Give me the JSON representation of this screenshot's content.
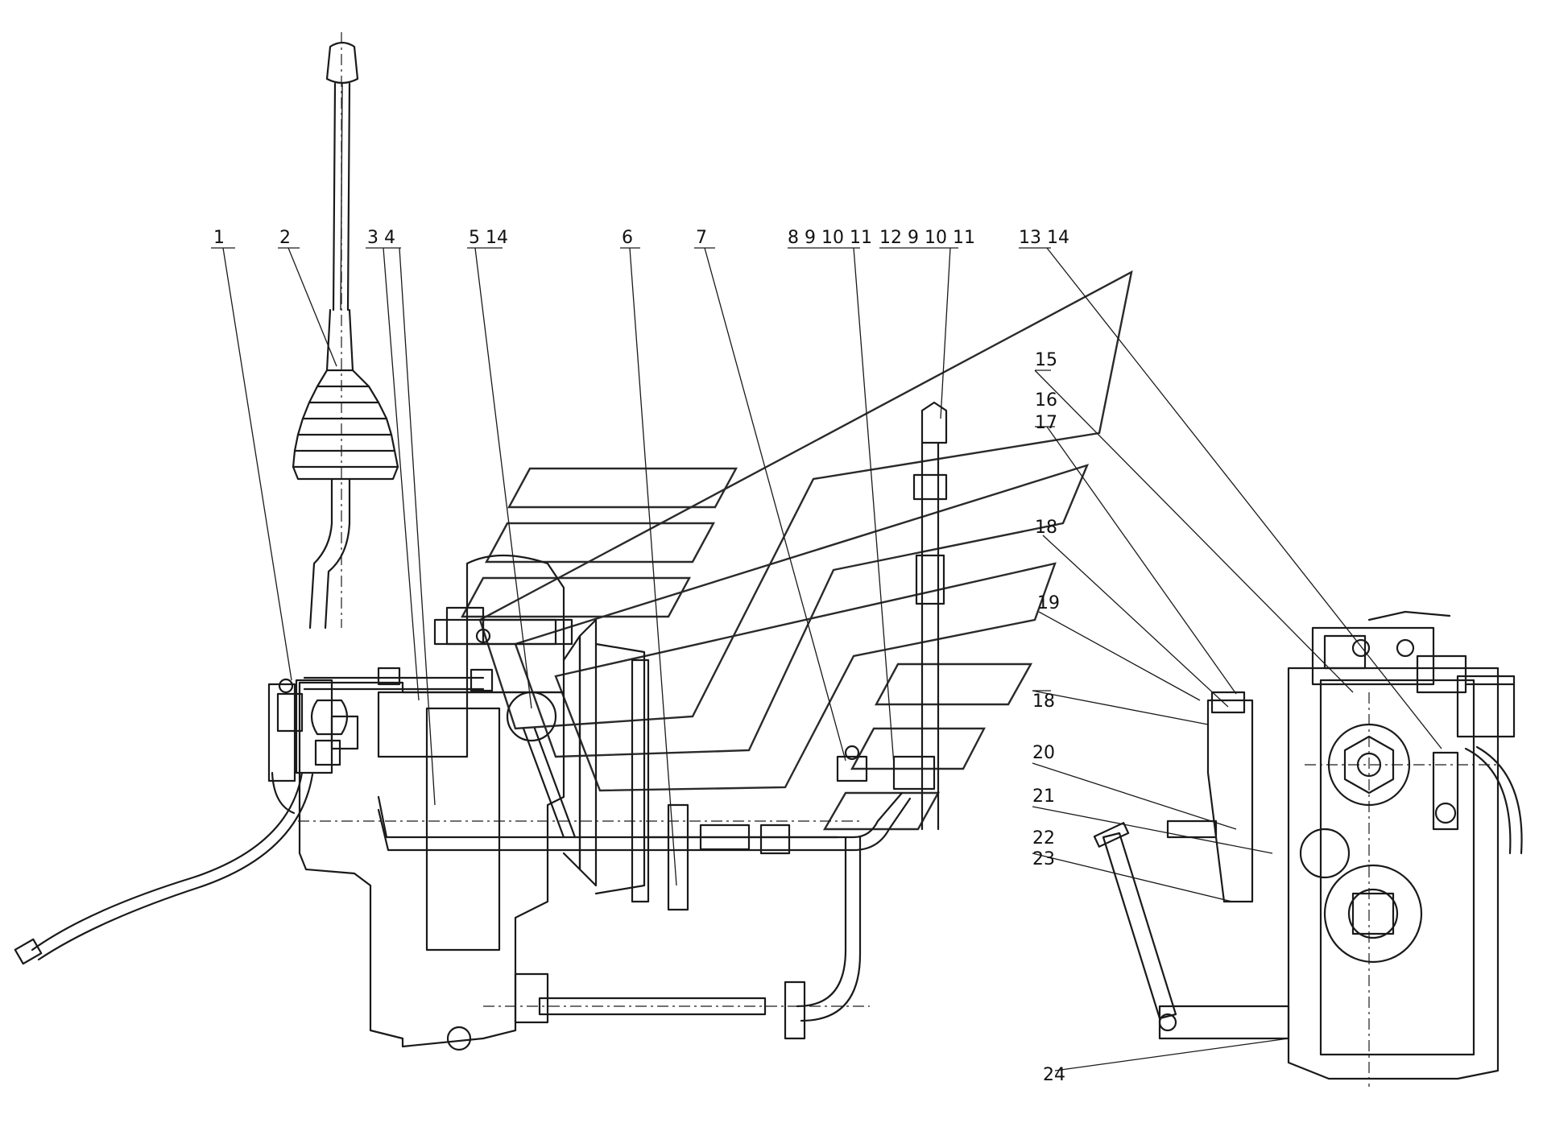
{
  "callouts": [
    {
      "id": "c1",
      "text": "1"
    },
    {
      "id": "c2",
      "text": "2"
    },
    {
      "id": "c3",
      "text": "3 4"
    },
    {
      "id": "c4",
      "text": "5 14"
    },
    {
      "id": "c5",
      "text": "6"
    },
    {
      "id": "c6",
      "text": "7"
    },
    {
      "id": "c7",
      "text": "8 9 10 11"
    },
    {
      "id": "c8",
      "text": "12 9 10 11"
    },
    {
      "id": "c9",
      "text": "13 14"
    },
    {
      "id": "c10",
      "text": "15"
    },
    {
      "id": "c11",
      "text": "16"
    },
    {
      "id": "c12",
      "text": "17"
    },
    {
      "id": "c13",
      "text": "18"
    },
    {
      "id": "c14",
      "text": "19"
    },
    {
      "id": "c15",
      "text": "18"
    },
    {
      "id": "c16",
      "text": "20"
    },
    {
      "id": "c17",
      "text": "21"
    },
    {
      "id": "c18",
      "text": "22"
    },
    {
      "id": "c19",
      "text": "23"
    },
    {
      "id": "c20",
      "text": "24"
    }
  ],
  "icons": {
    "watermark": "watermark-logo",
    "gear_lever": "gear-shift-lever-drawing",
    "transmission_side": "transmission-side-view-drawing",
    "transmission_front": "transmission-front-view-drawing"
  },
  "colors": {
    "line": "#1a1a1a",
    "background": "#ffffff"
  }
}
